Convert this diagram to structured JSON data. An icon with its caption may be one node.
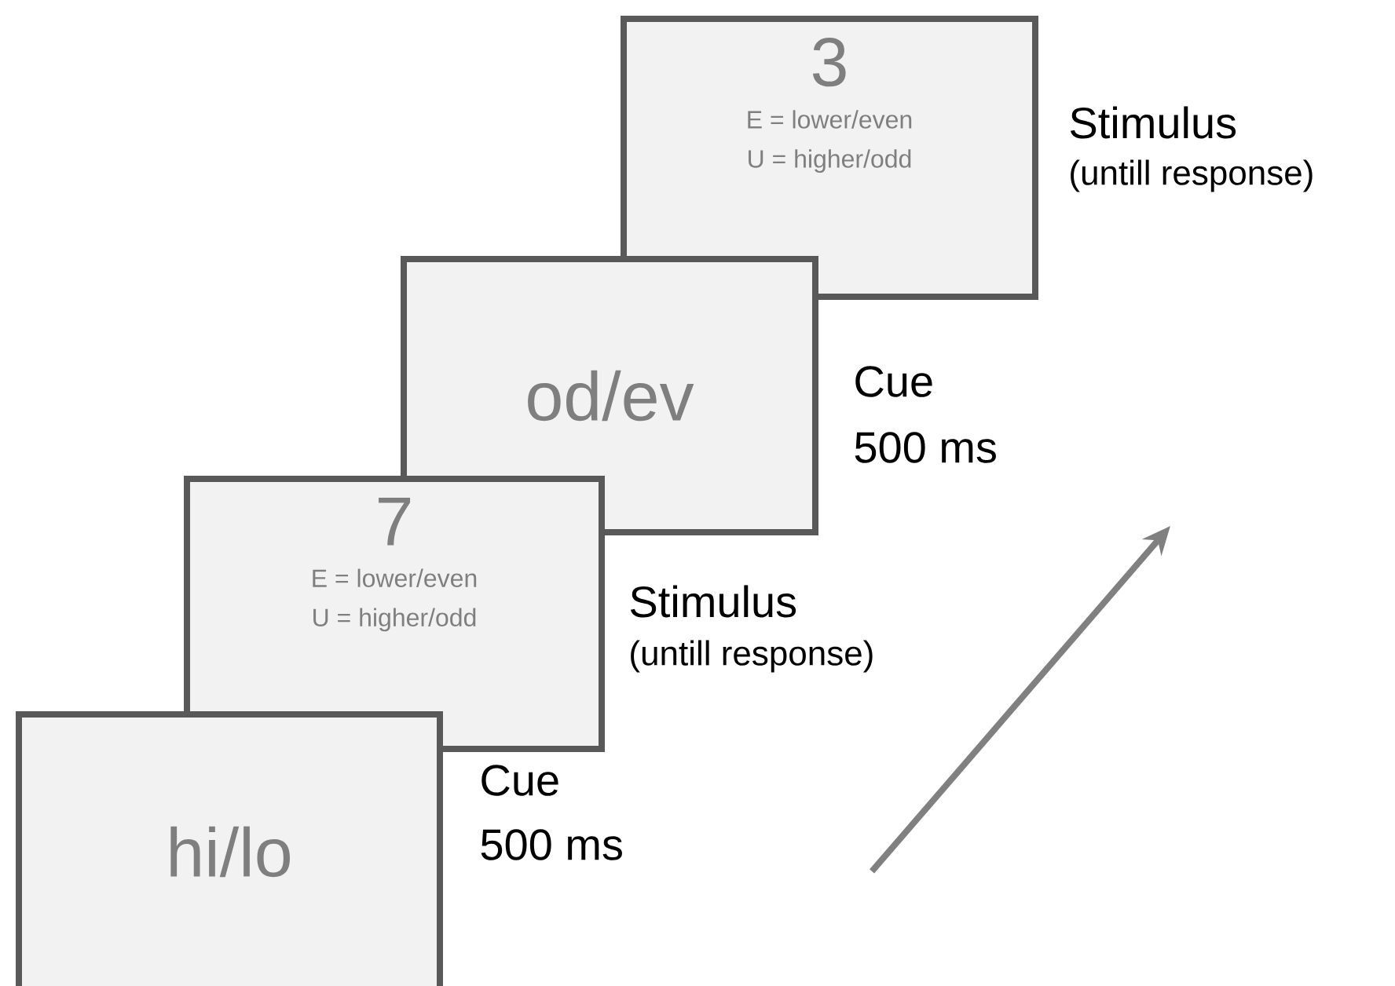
{
  "diagram": {
    "nodes": [
      {
        "text": [
          "3",
          "E = lower/even U = higher/odd"
        ],
        "beside": [
          "Stimulus",
          "(untill response)"
        ]
      },
      {
        "text": [
          "od/ev"
        ],
        "beside": [
          "Cue",
          "500 ms"
        ]
      },
      {
        "text": [
          "7",
          "E = lower/even U = higher/odd"
        ],
        "beside": [
          "Stimulus",
          "(untill response)"
        ]
      },
      {
        "text": [
          "hi/lo"
        ],
        "beside": [
          "Cue",
          "500 ms"
        ]
      }
    ]
  }
}
